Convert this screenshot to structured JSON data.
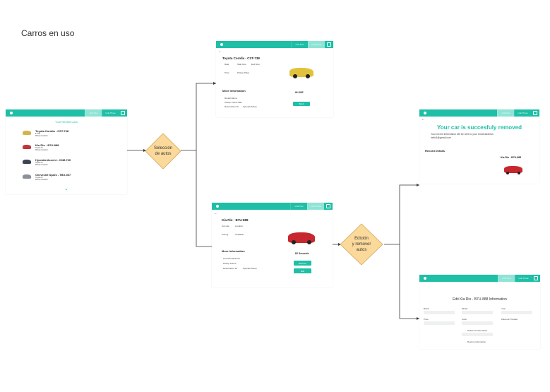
{
  "title": "Carros en uso",
  "colors": {
    "teal": "#1ebfa6",
    "teal_light": "#8fe4d6",
    "decision_fill": "#fbd99a",
    "decision_stroke": "#d4a656",
    "line": "#3a3a3a"
  },
  "nav": {
    "tab1": "Link Two",
    "tab2": "Link Three"
  },
  "list_screen": {
    "heading": "Your Rented Cars",
    "cars": [
      {
        "name": "Toyota Corolla - CST-738",
        "sub1": "$ 0.00",
        "sub2": "Pickup Location",
        "color": "#d4b44a"
      },
      {
        "name": "Kia Rio - B7U-888",
        "sub1": "Toyota SI",
        "sub2": "Pickup Location",
        "color": "#c0353a"
      },
      {
        "name": "Hyundai Accent - C3M-760",
        "sub1": "Toyota SI",
        "sub2": "Pickup Location",
        "color": "#3c4350"
      },
      {
        "name": "Chevrolet Spark - TBX-067",
        "sub1": "Toyota SI",
        "sub2": "Pickup Location",
        "color": "#8a8f98"
      }
    ],
    "more_icon": "chevron-down-icon"
  },
  "decision1": {
    "line1": "Selección",
    "line2": "de autos"
  },
  "decision2": {
    "line1": "Edición",
    "line2": "y remover",
    "line3": "autos"
  },
  "toyota_screen": {
    "back": "←",
    "title": "Toyota Corolla - CST-738",
    "meta": [
      "Date",
      "Start time",
      "End time",
      "Price",
      "Pickup Place"
    ],
    "more_info": "More Information",
    "info_rows": [
      "Rental Name",
      "Pickup Phone  ###",
      "Reservation ID",
      "Special Pickup"
    ],
    "status": "IN USE",
    "button": "Back",
    "car_color": "#e2c23a"
  },
  "kia_screen": {
    "back": "←",
    "title": "Kia Rio - B7U-888",
    "meta": [
      "Car rate",
      "Location",
      "Pricing",
      "Available"
    ],
    "more_info": "More Information",
    "info_rows": [
      "Last Rental Name",
      "Pickup Phone",
      "Reservation ID",
      "Special Pickup"
    ],
    "status": "$2 Seconds",
    "button1": "Remove",
    "button2": "Edit",
    "car_color": "#c7272f"
  },
  "removed_screen": {
    "back": "←",
    "headline": "Your car is succesfuly removed",
    "line1": "Your recent information will be sent to your email address",
    "line2": "hello3@gmail.com",
    "record": "Record Details",
    "car_title": "Kia Rio - B7U-888",
    "car_color": "#c7272f"
  },
  "edit_screen": {
    "title": "Edit Kia Rio - B7U-888 Information",
    "labels": [
      "Brand",
      "Model",
      "Year",
      "Price",
      "Color",
      "Placa de Transito"
    ],
    "link1": "Delete all information",
    "link2": "Restore information"
  }
}
